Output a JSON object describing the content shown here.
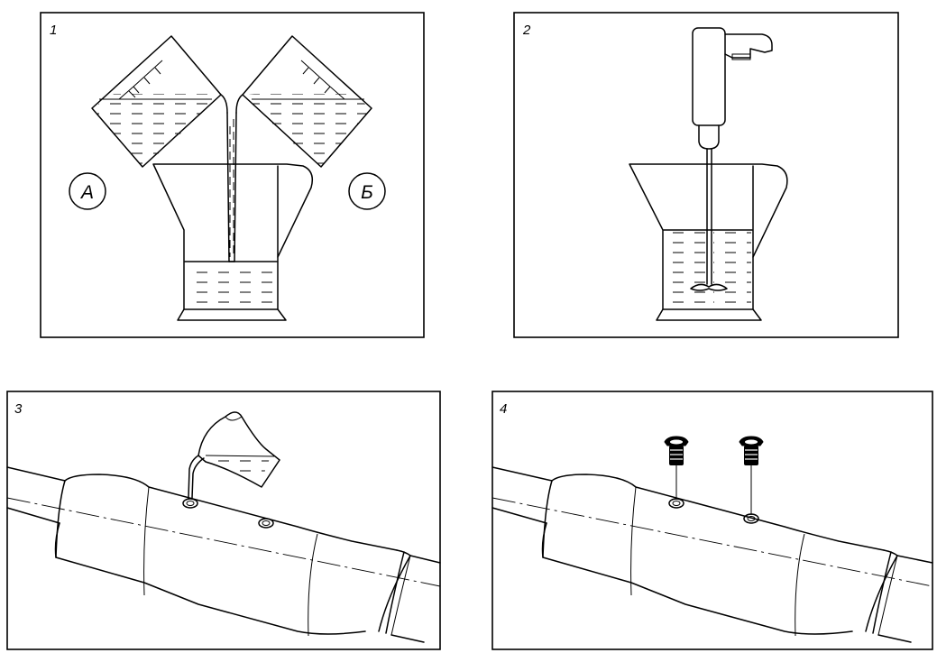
{
  "panels": [
    {
      "number": "1"
    },
    {
      "number": "2"
    },
    {
      "number": "3"
    },
    {
      "number": "4"
    }
  ],
  "labels": {
    "component_a": "А",
    "component_b": "Б"
  }
}
